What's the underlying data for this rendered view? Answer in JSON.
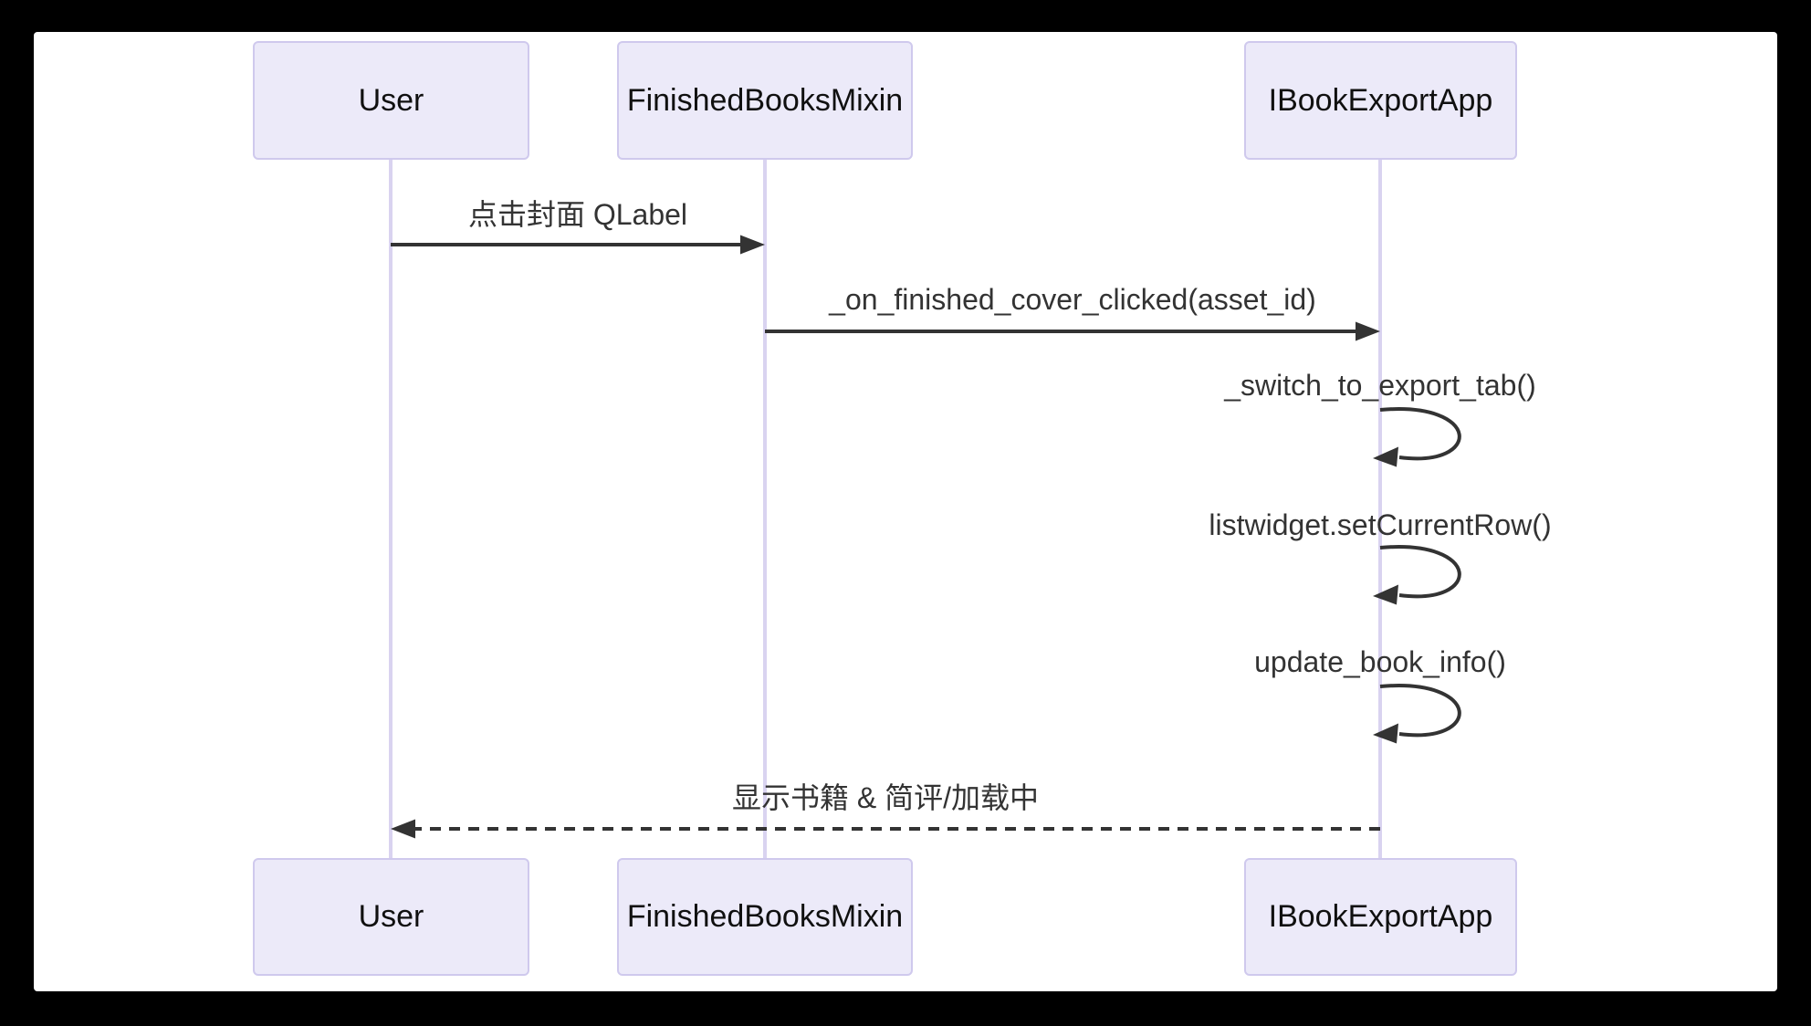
{
  "diagram": {
    "type": "sequence",
    "actors": [
      {
        "id": "user",
        "name": "User"
      },
      {
        "id": "finished-books-mixin",
        "name": "FinishedBooksMixin"
      },
      {
        "id": "ibook-export-app",
        "name": "IBookExportApp"
      }
    ],
    "messages": [
      {
        "from": "User",
        "to": "FinishedBooksMixin",
        "label": "点击封面 QLabel",
        "line": "solid"
      },
      {
        "from": "FinishedBooksMixin",
        "to": "IBookExportApp",
        "label": "_on_finished_cover_clicked(asset_id)",
        "line": "solid"
      },
      {
        "from": "IBookExportApp",
        "to": "IBookExportApp",
        "label": "_switch_to_export_tab()",
        "line": "self"
      },
      {
        "from": "IBookExportApp",
        "to": "IBookExportApp",
        "label": "listwidget.setCurrentRow()",
        "line": "self"
      },
      {
        "from": "IBookExportApp",
        "to": "IBookExportApp",
        "label": "update_book_info()",
        "line": "self"
      },
      {
        "from": "IBookExportApp",
        "to": "User",
        "label": "显示书籍 & 简评/加载中",
        "line": "dashed"
      }
    ],
    "colors": {
      "page_background": "#000000",
      "canvas_background": "#ffffff",
      "actor_fill": "#ECEAF9",
      "actor_border": "#CFC9ED",
      "actor_text": "#101010",
      "lifeline": "#D9D3F0",
      "message_line": "#333333",
      "message_text": "#333333"
    }
  }
}
